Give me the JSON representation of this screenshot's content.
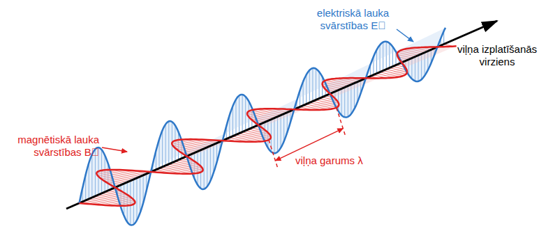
{
  "diagram": {
    "labels": [
      "elektriskā lauka svārstības E⃗",
      "magnētiskā lauka svārstības B⃗",
      "viļņa garums λ",
      "viļņa izplatīšanās virziens"
    ]
  }
}
